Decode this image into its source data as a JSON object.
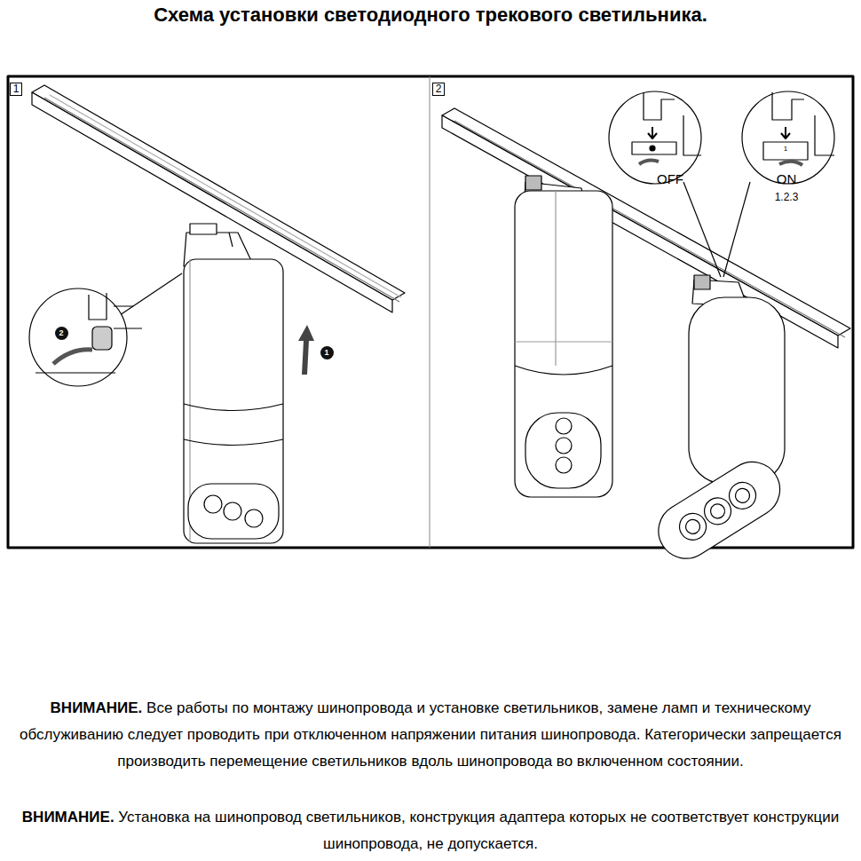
{
  "diagram": {
    "title": "Схема установки светодиодного трекового светильника.",
    "nodes": [
      {
        "text": [
          "1"
        ]
      },
      {
        "text": [
          "2"
        ]
      },
      {
        "text": [
          "1"
        ]
      },
      {
        "text": [
          "2"
        ]
      }
    ],
    "labels": [
      "1",
      "OFF",
      "ON",
      "1.2.3",
      "ВНИМАНИЕ.",
      "Все работы по монтажу шинопровода и установке светильников, замене ламп и техническому обслуживанию следует проводить при отключенном напряжении питания шинопровода. Категорически запрещается производить перемещение светильников вдоль шинопровода во включенном состоянии.",
      "ВНИМАНИЕ.",
      "Установка на шинопровод светильников, конструкция адаптера которых не соответствует конструкции шинопровода, не допускается."
    ]
  }
}
